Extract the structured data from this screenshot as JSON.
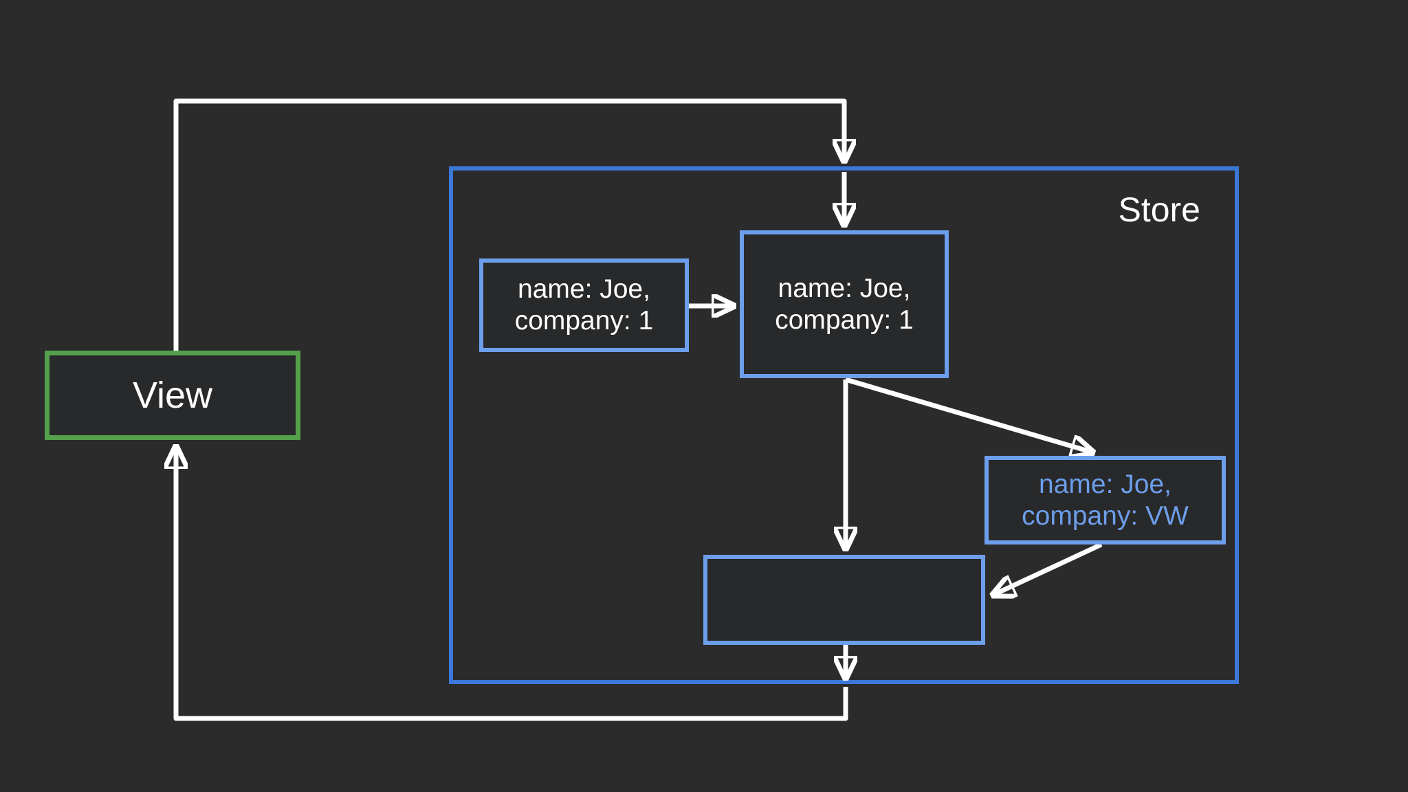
{
  "canvas": {
    "background_color": "#2b2b2b",
    "connector_color": "#ffffff",
    "node_fill_color": "#28292a"
  },
  "nodes": {
    "view": {
      "label": "View",
      "border_color": "#55a04c",
      "text_color": "#ffffff"
    },
    "store": {
      "label": "Store",
      "border_color": "#3b78d8",
      "text_color": "#ffffff"
    },
    "record_left": {
      "line1": "name: Joe,",
      "line2": "company: 1",
      "border_color": "#6d9eeb",
      "text_color": "#ffffff"
    },
    "record_center": {
      "line1": "name: Joe,",
      "line2": "company: 1",
      "border_color": "#6d9eeb",
      "text_color": "#ffffff"
    },
    "record_right": {
      "line1": "name: Joe,",
      "line2": "company: VW",
      "border_color": "#6d9eeb",
      "text_color": "#6d9eeb"
    },
    "record_bottom": {
      "label": "",
      "border_color": "#6d9eeb"
    }
  },
  "edges": [
    {
      "from": "view",
      "to": "store",
      "note": "loop up and over, arrowhead at store top border"
    },
    {
      "from": "store-top-border",
      "to": "record_center",
      "note": "continues inside store to record top"
    },
    {
      "from": "record_left",
      "to": "record_center",
      "note": "horizontal arrow"
    },
    {
      "from": "record_center",
      "to": "record_bottom",
      "note": "vertical arrow"
    },
    {
      "from": "record_center",
      "to": "record_right",
      "note": "diagonal arrow"
    },
    {
      "from": "record_right",
      "to": "record_bottom",
      "note": "diagonal arrow to right edge"
    },
    {
      "from": "record_bottom",
      "to": "store-bottom-border",
      "note": "arrowhead at store bottom border"
    },
    {
      "from": "store-bottom-border",
      "to": "view",
      "note": "loop down, left and up, arrowhead at view bottom"
    }
  ]
}
